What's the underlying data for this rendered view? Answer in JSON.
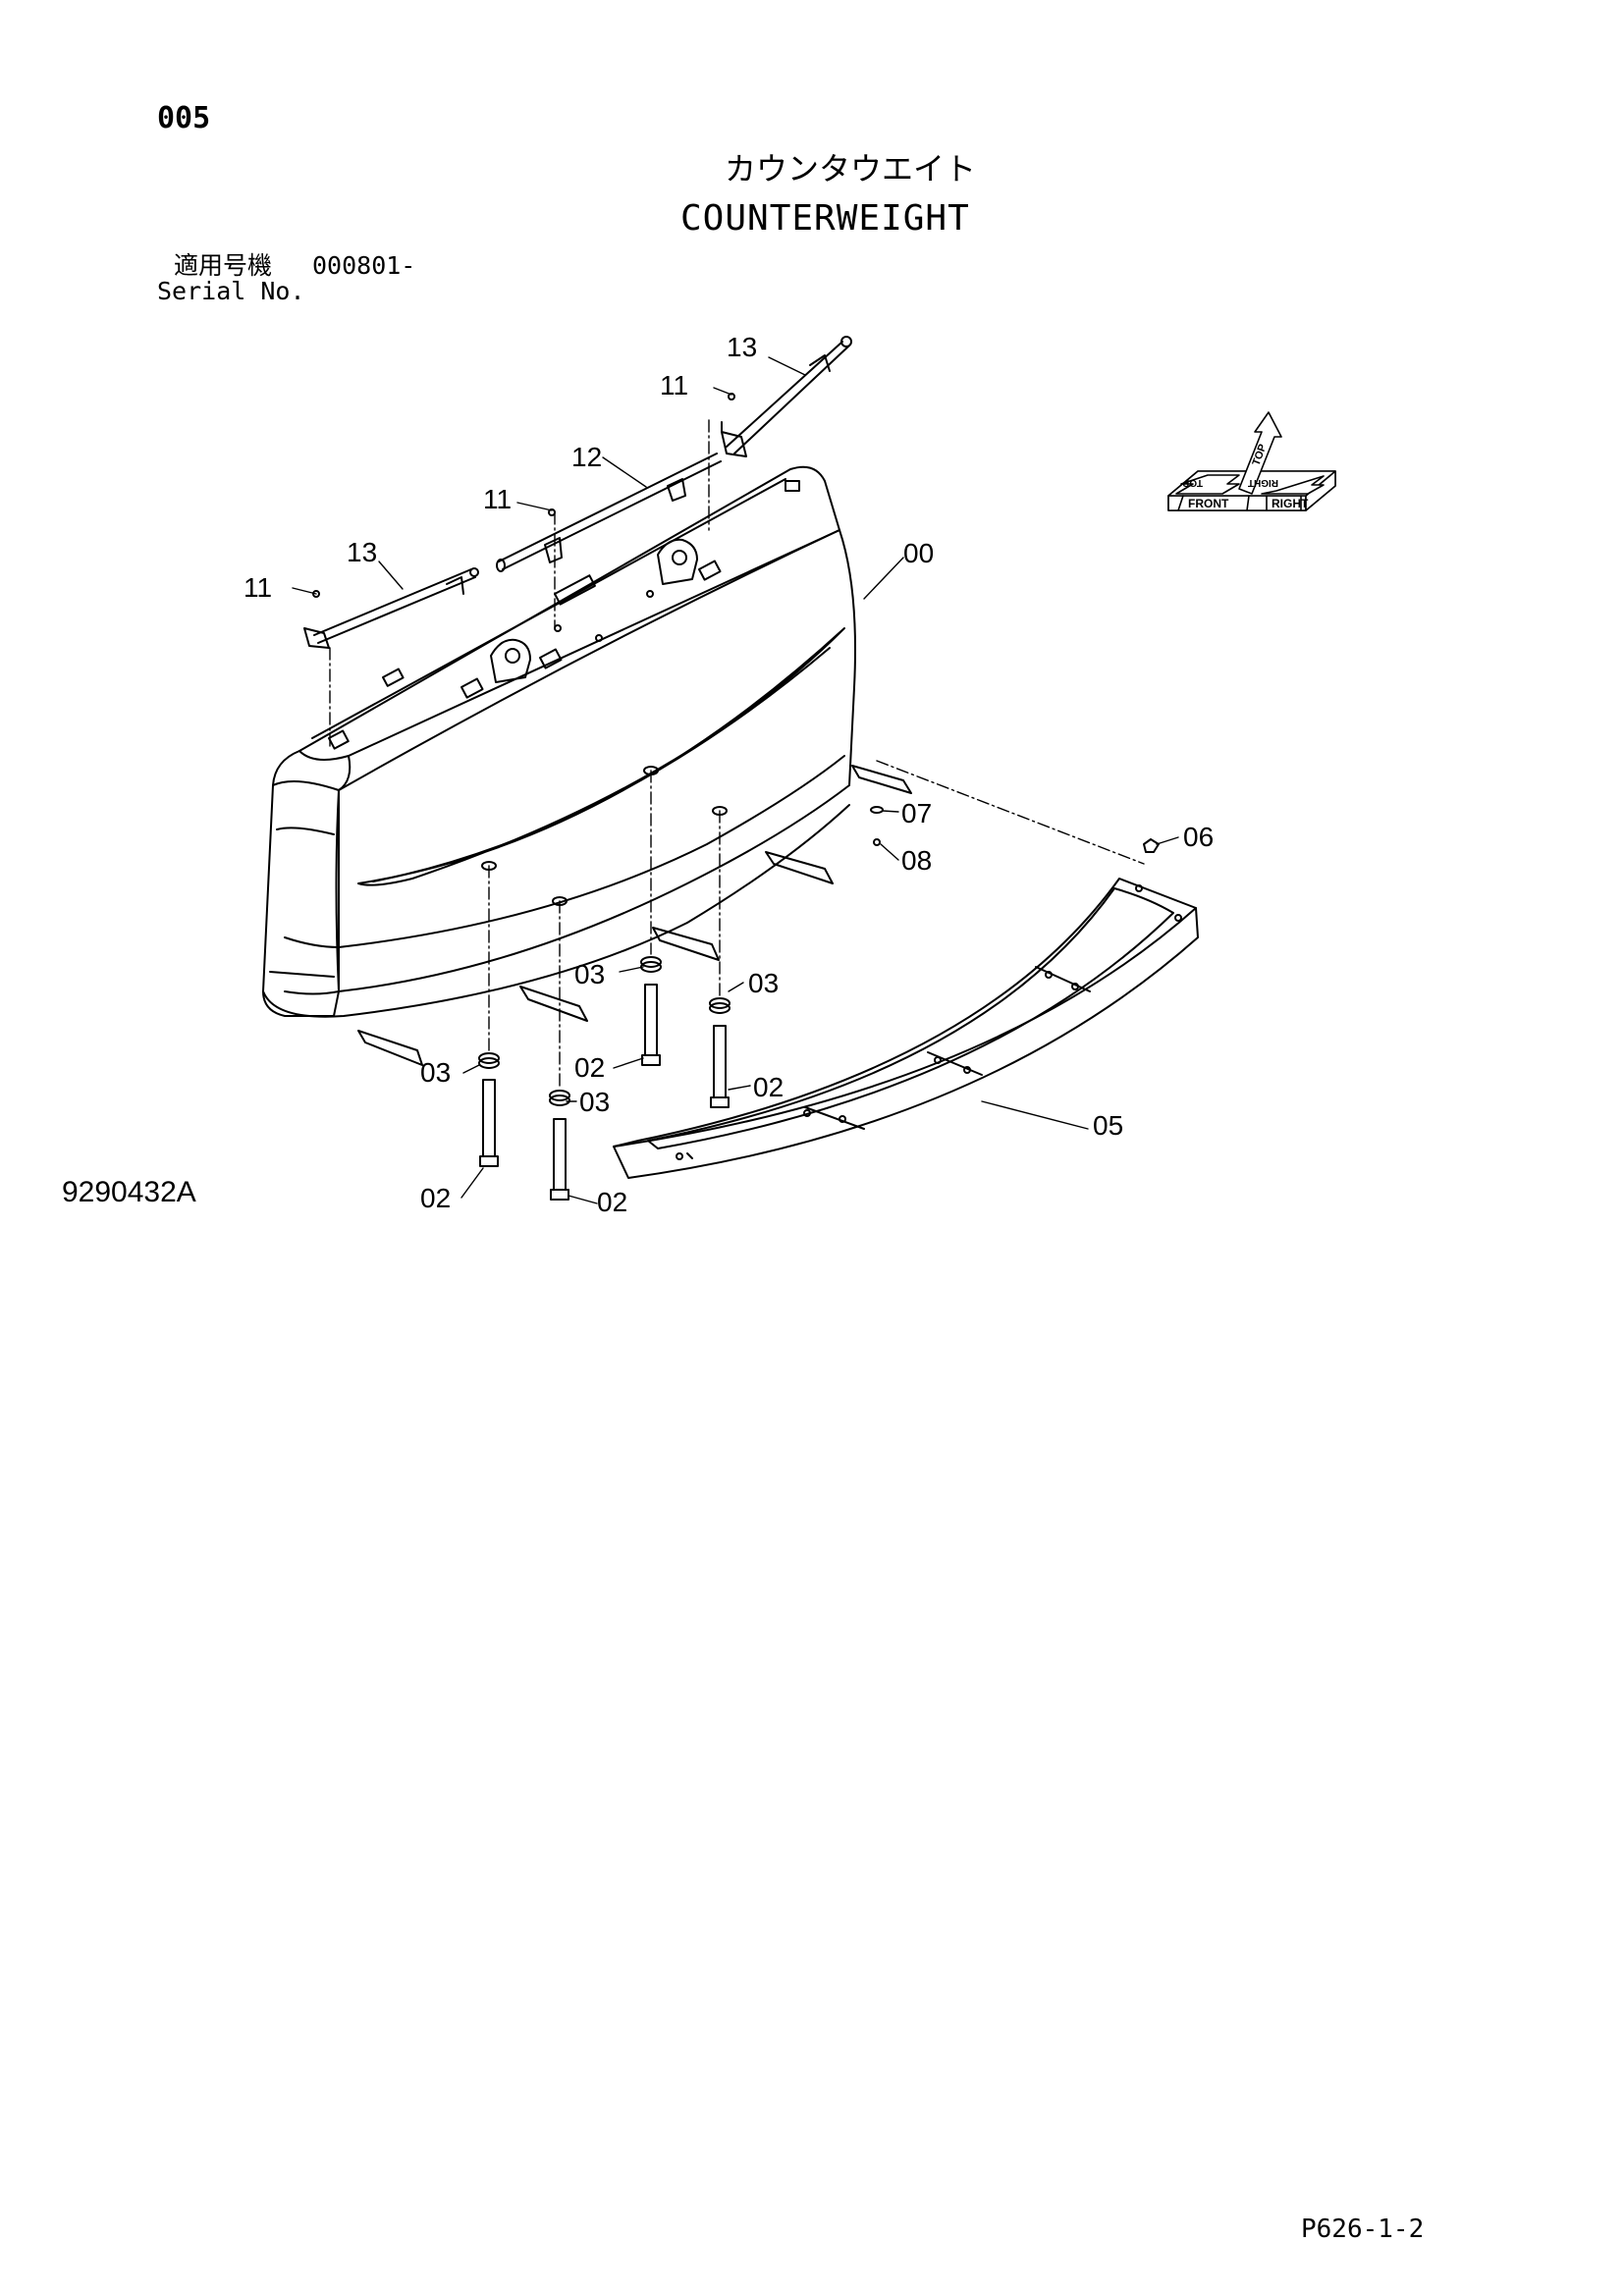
{
  "header": {
    "page_code": "005",
    "title_jp": "カウンタウエイト",
    "title_en": "COUNTERWEIGHT",
    "serial_label_jp": "適用号機",
    "serial_number": "000801-",
    "serial_label_en": "Serial No."
  },
  "orientation": {
    "top": "TOP",
    "front": "FRONT",
    "right": "RIGHT",
    "top_mirror": "TOP",
    "right_mirror": "RIGHT"
  },
  "callouts": {
    "c13_top": "13",
    "c11_top": "11",
    "c12": "12",
    "c11_mid": "11",
    "c13_left": "13",
    "c11_left": "11",
    "c00": "00",
    "c07": "07",
    "c08": "08",
    "c06": "06",
    "c03_a": "03",
    "c03_b": "03",
    "c03_c": "03",
    "c03_d": "03",
    "c02_a": "02",
    "c02_b": "02",
    "c02_c": "02",
    "c02_d": "02",
    "c05": "05"
  },
  "footer": {
    "figure_number": "9290432A",
    "page_ref": "P626-1-2"
  }
}
